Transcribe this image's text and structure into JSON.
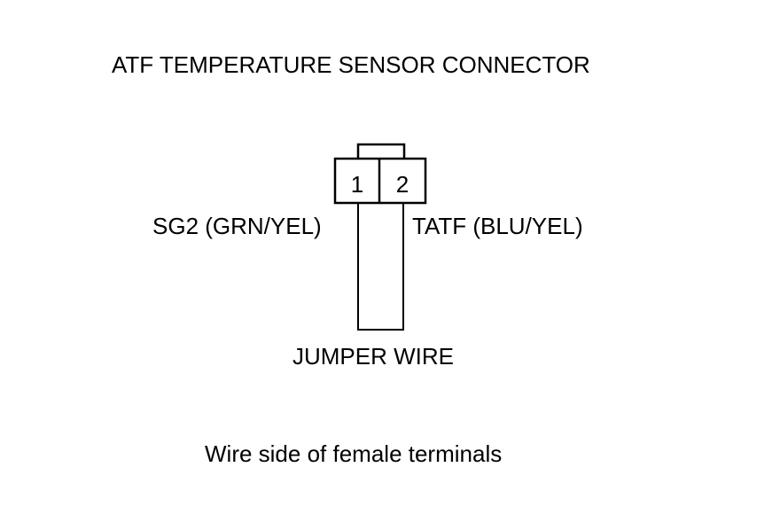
{
  "diagram": {
    "title": "ATF TEMPERATURE SENSOR CONNECTOR",
    "connector": {
      "pins": [
        "1",
        "2"
      ]
    },
    "wires": {
      "left_label": "SG2 (GRN/YEL)",
      "right_label": "TATF (BLU/YEL)",
      "jumper_label": "JUMPER WIRE"
    },
    "caption": "Wire side of female terminals"
  }
}
